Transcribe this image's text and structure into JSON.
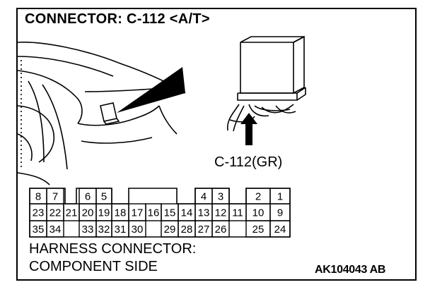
{
  "title": "CONNECTOR: C-112 <A/T>",
  "connector_label": "C-112(GR)",
  "caption": {
    "line1": "HARNESS CONNECTOR:",
    "line2": "COMPONENT SIDE"
  },
  "reference_code": "AK104043 AB",
  "pins": {
    "row1": [
      "8",
      "7",
      "6",
      "5",
      "4",
      "3",
      "2",
      "1"
    ],
    "row2": [
      "23",
      "22",
      "21",
      "20",
      "19",
      "18",
      "17",
      "16",
      "15",
      "14",
      "13",
      "12",
      "11",
      "10",
      "9"
    ],
    "row3": [
      "35",
      "34",
      "33",
      "32",
      "31",
      "30",
      "29",
      "28",
      "27",
      "26",
      "25",
      "24"
    ]
  }
}
